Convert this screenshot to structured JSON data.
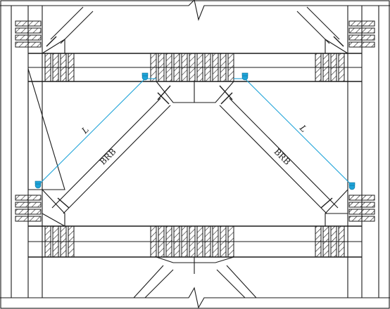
{
  "labels": {
    "brace_left": "BRB",
    "brace_right": "BRB",
    "length_left": "L",
    "length_right": "L"
  },
  "colors": {
    "line": "#1a1a1a",
    "dimension": "#1ea3d8",
    "background": "#ffffff"
  }
}
